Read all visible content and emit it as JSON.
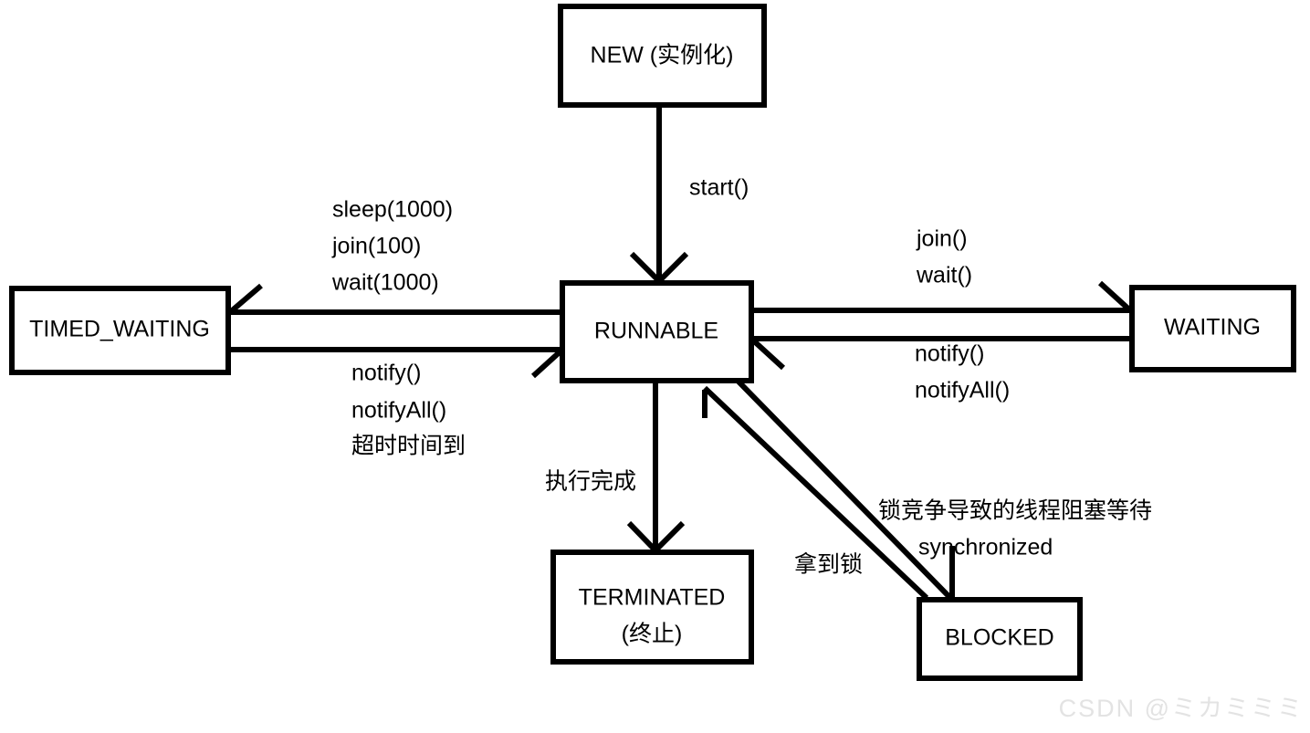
{
  "diagram": {
    "title": "Java Thread State Transition Diagram",
    "background_color": "#ffffff",
    "stroke_color": "#000000",
    "nodes": [
      {
        "id": "new",
        "label_line1": "NEW (实例化)",
        "label_line2": ""
      },
      {
        "id": "runnable",
        "label_line1": "RUNNABLE",
        "label_line2": ""
      },
      {
        "id": "timed_waiting",
        "label_line1": "TIMED_WAITING",
        "label_line2": ""
      },
      {
        "id": "waiting",
        "label_line1": "WAITING",
        "label_line2": ""
      },
      {
        "id": "terminated",
        "label_line1": "TERMINATED",
        "label_line2": "(终止)"
      },
      {
        "id": "blocked",
        "label_line1": "BLOCKED",
        "label_line2": ""
      }
    ],
    "edge_labels": {
      "start": "start()",
      "sleep_1000": "sleep(1000)",
      "join_100": "join(100)",
      "wait_1000": "wait(1000)",
      "notify_left": "notify()",
      "notify_all_left": "notifyAll()",
      "timeout_reached": "超时时间到",
      "join": "join()",
      "wait": "wait()",
      "notify_right": "notify()",
      "notify_all_right": "notifyAll()",
      "execution_finished": "执行完成",
      "lock_contention": "锁竞争导致的线程阻塞等待",
      "synchronized": "synchronized",
      "acquired_lock": "拿到锁"
    }
  },
  "watermark": {
    "text": "CSDN @ミカミミミ",
    "color": "#e3e3e3"
  }
}
